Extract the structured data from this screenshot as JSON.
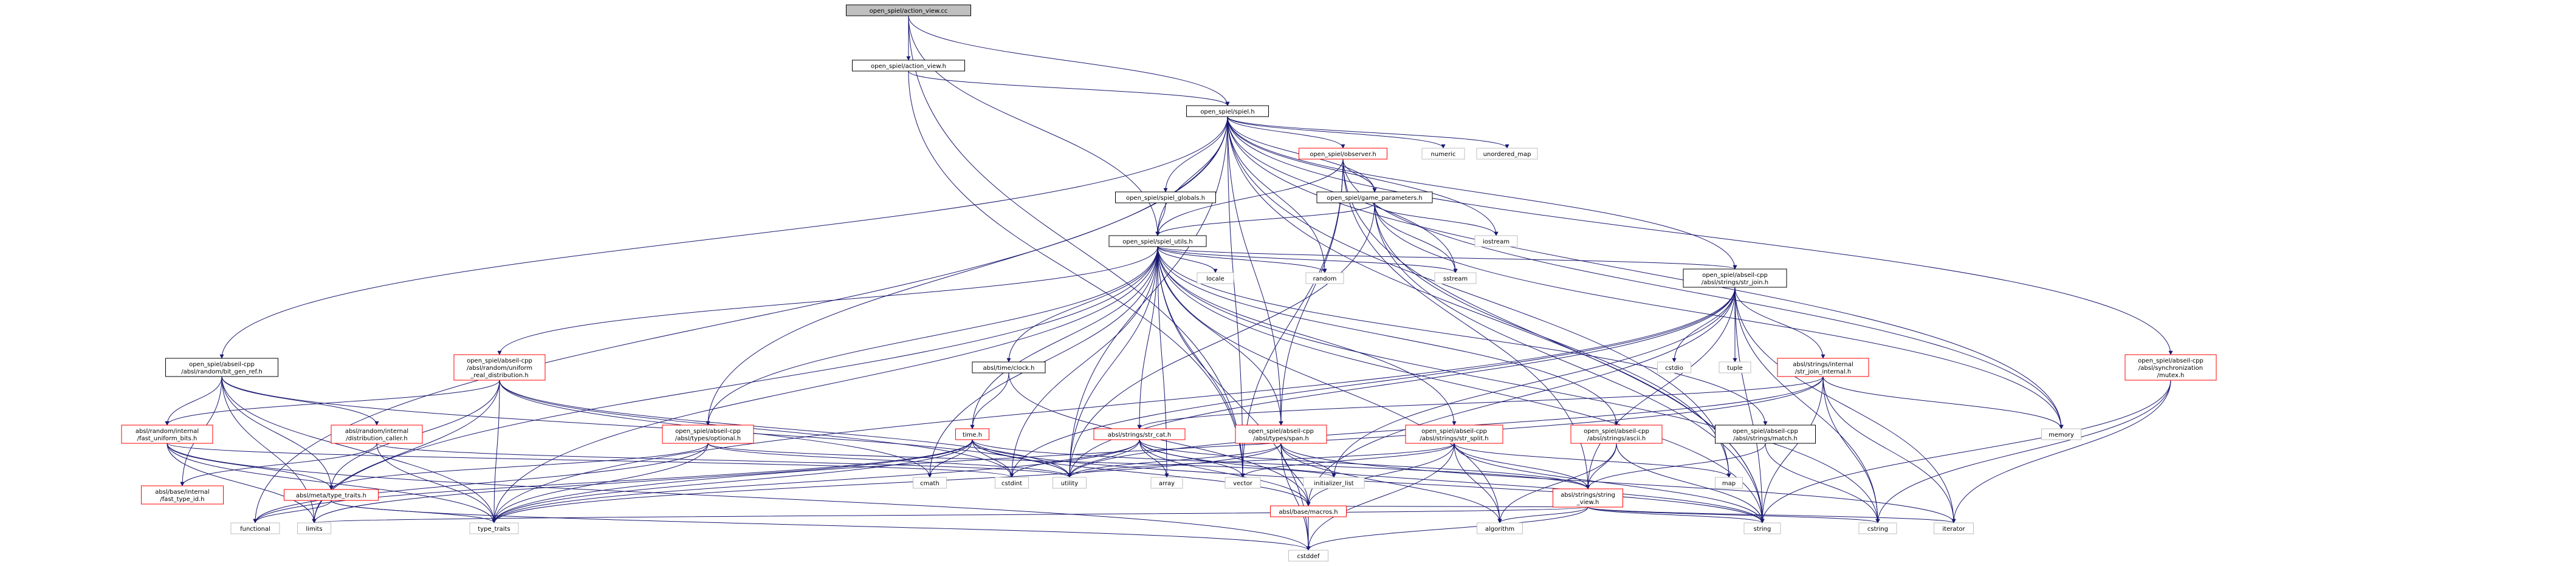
{
  "graph": {
    "nodes": [
      {
        "id": "root",
        "lines": [
          "open_spiel/action_view.cc"
        ],
        "kind": "root"
      },
      {
        "id": "action_view_h",
        "lines": [
          "open_spiel/action_view.h"
        ],
        "kind": "normal"
      },
      {
        "id": "spiel_h",
        "lines": [
          "open_spiel/spiel.h"
        ],
        "kind": "normal"
      },
      {
        "id": "numeric",
        "lines": [
          "numeric"
        ],
        "kind": "std"
      },
      {
        "id": "unordered_map",
        "lines": [
          "unordered_map"
        ],
        "kind": "std"
      },
      {
        "id": "observer_h",
        "lines": [
          "open_spiel/observer.h"
        ],
        "kind": "red"
      },
      {
        "id": "spiel_globals_h",
        "lines": [
          "open_spiel/spiel_globals.h"
        ],
        "kind": "normal"
      },
      {
        "id": "game_parameters_h",
        "lines": [
          "open_spiel/game_parameters.h"
        ],
        "kind": "normal"
      },
      {
        "id": "spiel_utils_h",
        "lines": [
          "open_spiel/spiel_utils.h"
        ],
        "kind": "normal"
      },
      {
        "id": "iostream",
        "lines": [
          "iostream"
        ],
        "kind": "std"
      },
      {
        "id": "locale",
        "lines": [
          "locale"
        ],
        "kind": "std"
      },
      {
        "id": "random",
        "lines": [
          "random"
        ],
        "kind": "std"
      },
      {
        "id": "sstream",
        "lines": [
          "sstream"
        ],
        "kind": "std"
      },
      {
        "id": "str_join_h",
        "lines": [
          "open_spiel/abseil-cpp",
          "/absl/strings/str_join.h"
        ],
        "kind": "normal"
      },
      {
        "id": "bit_gen_ref_h",
        "lines": [
          "open_spiel/abseil-cpp",
          "/absl/random/bit_gen_ref.h"
        ],
        "kind": "normal"
      },
      {
        "id": "uniform_real_h",
        "lines": [
          "open_spiel/abseil-cpp",
          "/absl/random/uniform",
          "_real_distribution.h"
        ],
        "kind": "red"
      },
      {
        "id": "clock_h",
        "lines": [
          "absl/time/clock.h"
        ],
        "kind": "normal"
      },
      {
        "id": "str_cat_h",
        "lines": [
          "absl/strings/str_cat.h"
        ],
        "kind": "red"
      },
      {
        "id": "span_h",
        "lines": [
          "open_spiel/abseil-cpp",
          "/absl/types/span.h"
        ],
        "kind": "red"
      },
      {
        "id": "str_split_h",
        "lines": [
          "open_spiel/abseil-cpp",
          "/absl/strings/str_split.h"
        ],
        "kind": "red"
      },
      {
        "id": "ascii_h",
        "lines": [
          "open_spiel/abseil-cpp",
          "/absl/strings/ascii.h"
        ],
        "kind": "red"
      },
      {
        "id": "match_h",
        "lines": [
          "open_spiel/abseil-cpp",
          "/absl/strings/match.h"
        ],
        "kind": "normal"
      },
      {
        "id": "cstdio",
        "lines": [
          "cstdio"
        ],
        "kind": "std"
      },
      {
        "id": "tuple",
        "lines": [
          "tuple"
        ],
        "kind": "std"
      },
      {
        "id": "str_join_internal_h",
        "lines": [
          "absl/strings/internal",
          "/str_join_internal.h"
        ],
        "kind": "red"
      },
      {
        "id": "mutex_h",
        "lines": [
          "open_spiel/abseil-cpp",
          "/absl/synchronization",
          "/mutex.h"
        ],
        "kind": "red"
      },
      {
        "id": "memory",
        "lines": [
          "memory"
        ],
        "kind": "std"
      },
      {
        "id": "fast_uniform_bits_h",
        "lines": [
          "absl/random/internal",
          "/fast_uniform_bits.h"
        ],
        "kind": "red"
      },
      {
        "id": "distribution_caller_h",
        "lines": [
          "absl/random/internal",
          "/distribution_caller.h"
        ],
        "kind": "red"
      },
      {
        "id": "optional_h",
        "lines": [
          "open_spiel/abseil-cpp",
          "/absl/types/optional.h"
        ],
        "kind": "red"
      },
      {
        "id": "time_h",
        "lines": [
          "time.h"
        ],
        "kind": "red"
      },
      {
        "id": "fast_type_id_h",
        "lines": [
          "absl/base/internal",
          "/fast_type_id.h"
        ],
        "kind": "red"
      },
      {
        "id": "type_traits_h",
        "lines": [
          "absl/meta/type_traits.h"
        ],
        "kind": "red"
      },
      {
        "id": "string_view_h",
        "lines": [
          "absl/strings/string",
          "_view.h"
        ],
        "kind": "red"
      },
      {
        "id": "macros_h",
        "lines": [
          "absl/base/macros.h"
        ],
        "kind": "red"
      },
      {
        "id": "functional",
        "lines": [
          "functional"
        ],
        "kind": "std"
      },
      {
        "id": "limits",
        "lines": [
          "limits"
        ],
        "kind": "std"
      },
      {
        "id": "type_traits",
        "lines": [
          "type_traits"
        ],
        "kind": "std"
      },
      {
        "id": "cstddef",
        "lines": [
          "cstddef"
        ],
        "kind": "std"
      },
      {
        "id": "cmath",
        "lines": [
          "cmath"
        ],
        "kind": "std"
      },
      {
        "id": "cstdint",
        "lines": [
          "cstdint"
        ],
        "kind": "std"
      },
      {
        "id": "utility",
        "lines": [
          "utility"
        ],
        "kind": "std"
      },
      {
        "id": "array",
        "lines": [
          "array"
        ],
        "kind": "std"
      },
      {
        "id": "vector",
        "lines": [
          "vector"
        ],
        "kind": "std"
      },
      {
        "id": "initializer_list",
        "lines": [
          "initializer_list"
        ],
        "kind": "std"
      },
      {
        "id": "map",
        "lines": [
          "map"
        ],
        "kind": "std"
      },
      {
        "id": "algorithm",
        "lines": [
          "algorithm"
        ],
        "kind": "std"
      },
      {
        "id": "string",
        "lines": [
          "string"
        ],
        "kind": "std"
      },
      {
        "id": "cstring",
        "lines": [
          "cstring"
        ],
        "kind": "std"
      },
      {
        "id": "iterator",
        "lines": [
          "iterator"
        ],
        "kind": "std"
      }
    ],
    "edges": [
      [
        "root",
        "action_view_h"
      ],
      [
        "root",
        "spiel_h"
      ],
      [
        "root",
        "spiel_utils_h"
      ],
      [
        "root",
        "vector"
      ],
      [
        "action_view_h",
        "spiel_h"
      ],
      [
        "action_view_h",
        "vector"
      ],
      [
        "spiel_h",
        "numeric"
      ],
      [
        "spiel_h",
        "unordered_map"
      ],
      [
        "spiel_h",
        "observer_h"
      ],
      [
        "spiel_h",
        "spiel_globals_h"
      ],
      [
        "spiel_h",
        "game_parameters_h"
      ],
      [
        "spiel_h",
        "spiel_utils_h"
      ],
      [
        "spiel_h",
        "iostream"
      ],
      [
        "spiel_h",
        "random"
      ],
      [
        "spiel_h",
        "sstream"
      ],
      [
        "spiel_h",
        "str_join_h"
      ],
      [
        "spiel_h",
        "bit_gen_ref_h"
      ],
      [
        "spiel_h",
        "mutex_h"
      ],
      [
        "spiel_h",
        "memory"
      ],
      [
        "spiel_h",
        "optional_h"
      ],
      [
        "spiel_h",
        "span_h"
      ],
      [
        "spiel_h",
        "functional"
      ],
      [
        "spiel_h",
        "string"
      ],
      [
        "spiel_h",
        "vector"
      ],
      [
        "spiel_h",
        "map"
      ],
      [
        "spiel_h",
        "utility"
      ],
      [
        "observer_h",
        "game_parameters_h"
      ],
      [
        "observer_h",
        "spiel_utils_h"
      ],
      [
        "observer_h",
        "span_h"
      ],
      [
        "observer_h",
        "string_view_h"
      ],
      [
        "observer_h",
        "memory"
      ],
      [
        "observer_h",
        "vector"
      ],
      [
        "observer_h",
        "string"
      ],
      [
        "spiel_globals_h",
        "spiel_utils_h"
      ],
      [
        "game_parameters_h",
        "spiel_utils_h"
      ],
      [
        "game_parameters_h",
        "iostream"
      ],
      [
        "game_parameters_h",
        "map"
      ],
      [
        "game_parameters_h",
        "memory"
      ],
      [
        "game_parameters_h",
        "sstream"
      ],
      [
        "game_parameters_h",
        "string"
      ],
      [
        "game_parameters_h",
        "utility"
      ],
      [
        "spiel_utils_h",
        "locale"
      ],
      [
        "spiel_utils_h",
        "random"
      ],
      [
        "spiel_utils_h",
        "sstream"
      ],
      [
        "spiel_utils_h",
        "str_join_h"
      ],
      [
        "spiel_utils_h",
        "uniform_real_h"
      ],
      [
        "spiel_utils_h",
        "clock_h"
      ],
      [
        "spiel_utils_h",
        "str_cat_h"
      ],
      [
        "spiel_utils_h",
        "span_h"
      ],
      [
        "spiel_utils_h",
        "str_split_h"
      ],
      [
        "spiel_utils_h",
        "ascii_h"
      ],
      [
        "spiel_utils_h",
        "match_h"
      ],
      [
        "spiel_utils_h",
        "optional_h"
      ],
      [
        "spiel_utils_h",
        "time_h"
      ],
      [
        "spiel_utils_h",
        "cmath"
      ],
      [
        "spiel_utils_h",
        "cstdint"
      ],
      [
        "spiel_utils_h",
        "utility"
      ],
      [
        "spiel_utils_h",
        "array"
      ],
      [
        "spiel_utils_h",
        "vector"
      ],
      [
        "spiel_utils_h",
        "string"
      ],
      [
        "spiel_utils_h",
        "algorithm"
      ],
      [
        "spiel_utils_h",
        "limits"
      ],
      [
        "spiel_utils_h",
        "cstddef"
      ],
      [
        "spiel_utils_h",
        "type_traits"
      ],
      [
        "spiel_utils_h",
        "cstring"
      ],
      [
        "str_join_h",
        "cstdio"
      ],
      [
        "str_join_h",
        "tuple"
      ],
      [
        "str_join_h",
        "str_join_internal_h"
      ],
      [
        "str_join_h",
        "string_view_h"
      ],
      [
        "str_join_h",
        "macros_h"
      ],
      [
        "str_join_h",
        "cstdint"
      ],
      [
        "str_join_h",
        "utility"
      ],
      [
        "str_join_h",
        "string"
      ],
      [
        "str_join_h",
        "initializer_list"
      ],
      [
        "str_join_h",
        "type_traits"
      ],
      [
        "str_join_h",
        "iterator"
      ],
      [
        "str_join_h",
        "cstring"
      ],
      [
        "str_join_internal_h",
        "str_cat_h"
      ],
      [
        "str_join_internal_h",
        "memory"
      ],
      [
        "str_join_internal_h",
        "string"
      ],
      [
        "str_join_internal_h",
        "iterator"
      ],
      [
        "str_join_internal_h",
        "cstring"
      ],
      [
        "str_join_internal_h",
        "type_traits"
      ],
      [
        "str_join_internal_h",
        "utility"
      ],
      [
        "bit_gen_ref_h",
        "fast_uniform_bits_h"
      ],
      [
        "bit_gen_ref_h",
        "distribution_caller_h"
      ],
      [
        "bit_gen_ref_h",
        "type_traits_h"
      ],
      [
        "bit_gen_ref_h",
        "fast_type_id_h"
      ],
      [
        "bit_gen_ref_h",
        "limits"
      ],
      [
        "bit_gen_ref_h",
        "type_traits"
      ],
      [
        "bit_gen_ref_h",
        "utility"
      ],
      [
        "uniform_real_h",
        "fast_uniform_bits_h"
      ],
      [
        "uniform_real_h",
        "type_traits_h"
      ],
      [
        "uniform_real_h",
        "cmath"
      ],
      [
        "uniform_real_h",
        "cstdint"
      ],
      [
        "uniform_real_h",
        "limits"
      ],
      [
        "uniform_real_h",
        "type_traits"
      ],
      [
        "uniform_real_h",
        "utility"
      ],
      [
        "fast_uniform_bits_h",
        "type_traits_h"
      ],
      [
        "fast_uniform_bits_h",
        "limits"
      ],
      [
        "fast_uniform_bits_h",
        "type_traits"
      ],
      [
        "fast_uniform_bits_h",
        "cstddef"
      ],
      [
        "fast_uniform_bits_h",
        "cstdint"
      ],
      [
        "distribution_caller_h",
        "fast_type_id_h"
      ],
      [
        "distribution_caller_h",
        "type_traits"
      ],
      [
        "distribution_caller_h",
        "utility"
      ],
      [
        "clock_h",
        "time_h"
      ],
      [
        "clock_h",
        "macros_h"
      ],
      [
        "optional_h",
        "type_traits_h"
      ],
      [
        "optional_h",
        "type_traits"
      ],
      [
        "optional_h",
        "utility"
      ],
      [
        "optional_h",
        "functional"
      ],
      [
        "optional_h",
        "initializer_list"
      ],
      [
        "time_h",
        "cmath"
      ],
      [
        "time_h",
        "cstdint"
      ],
      [
        "time_h",
        "utility"
      ],
      [
        "time_h",
        "limits"
      ],
      [
        "time_h",
        "type_traits"
      ],
      [
        "time_h",
        "string"
      ],
      [
        "time_h",
        "macros_h"
      ],
      [
        "time_h",
        "string_view_h"
      ],
      [
        "time_h",
        "functional"
      ],
      [
        "str_cat_h",
        "array"
      ],
      [
        "str_cat_h",
        "cstdint"
      ],
      [
        "str_cat_h",
        "string"
      ],
      [
        "str_cat_h",
        "type_traits"
      ],
      [
        "str_cat_h",
        "utility"
      ],
      [
        "str_cat_h",
        "vector"
      ],
      [
        "str_cat_h",
        "string_view_h"
      ],
      [
        "str_cat_h",
        "macros_h"
      ],
      [
        "span_h",
        "algorithm"
      ],
      [
        "span_h",
        "cstddef"
      ],
      [
        "span_h",
        "initializer_list"
      ],
      [
        "span_h",
        "iterator"
      ],
      [
        "span_h",
        "type_traits"
      ],
      [
        "span_h",
        "utility"
      ],
      [
        "span_h",
        "macros_h"
      ],
      [
        "str_split_h",
        "algorithm"
      ],
      [
        "str_split_h",
        "cstddef"
      ],
      [
        "str_split_h",
        "map"
      ],
      [
        "str_split_h",
        "string"
      ],
      [
        "str_split_h",
        "utility"
      ],
      [
        "str_split_h",
        "vector"
      ],
      [
        "str_split_h",
        "macros_h"
      ],
      [
        "str_split_h",
        "string_view_h"
      ],
      [
        "ascii_h",
        "algorithm"
      ],
      [
        "ascii_h",
        "string"
      ],
      [
        "ascii_h",
        "string_view_h"
      ],
      [
        "match_h",
        "cstring"
      ],
      [
        "match_h",
        "string_view_h"
      ],
      [
        "type_traits_h",
        "type_traits"
      ],
      [
        "type_traits_h",
        "cstddef"
      ],
      [
        "type_traits_h",
        "functional"
      ],
      [
        "string_view_h",
        "algorithm"
      ],
      [
        "string_view_h",
        "cstddef"
      ],
      [
        "string_view_h",
        "cstring"
      ],
      [
        "string_view_h",
        "iterator"
      ],
      [
        "string_view_h",
        "limits"
      ],
      [
        "string_view_h",
        "string"
      ],
      [
        "string_view_h",
        "macros_h"
      ],
      [
        "macros_h",
        "cstddef"
      ],
      [
        "mutex_h",
        "string"
      ],
      [
        "mutex_h",
        "iterator"
      ],
      [
        "mutex_h",
        "cstring"
      ]
    ]
  }
}
